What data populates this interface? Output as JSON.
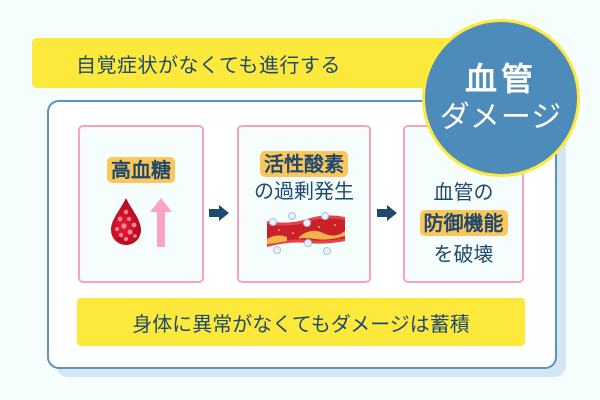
{
  "top_banner": {
    "text": "自覚症状がなくても進行する"
  },
  "badge": {
    "line1": "血管",
    "line2": "ダメージ"
  },
  "steps": [
    {
      "highlight": "高血糖",
      "icons": [
        "blood-drop-icon",
        "up-arrow-icon"
      ]
    },
    {
      "highlight": "活性酸素",
      "text_after": "の過剰発生",
      "icons": [
        "damaged-blood-vessel-icon"
      ]
    },
    {
      "text_before": "血管の",
      "highlight": "防御機能",
      "text_after": "を破壊"
    }
  ],
  "bottom_banner": {
    "text": "身体に異常がなくてもダメージは蓄積"
  },
  "colors": {
    "background": "#f5fdfd",
    "banner_yellow": "#fde93c",
    "highlight_orange": "#fdc65a",
    "text_navy": "#1f4a6e",
    "card_border": "#5d93bf",
    "step_border": "#f7a2c0",
    "badge_blue": "#4d8bba",
    "arrow_pink": "#fba3c2",
    "blood_red": "#d0102a"
  }
}
